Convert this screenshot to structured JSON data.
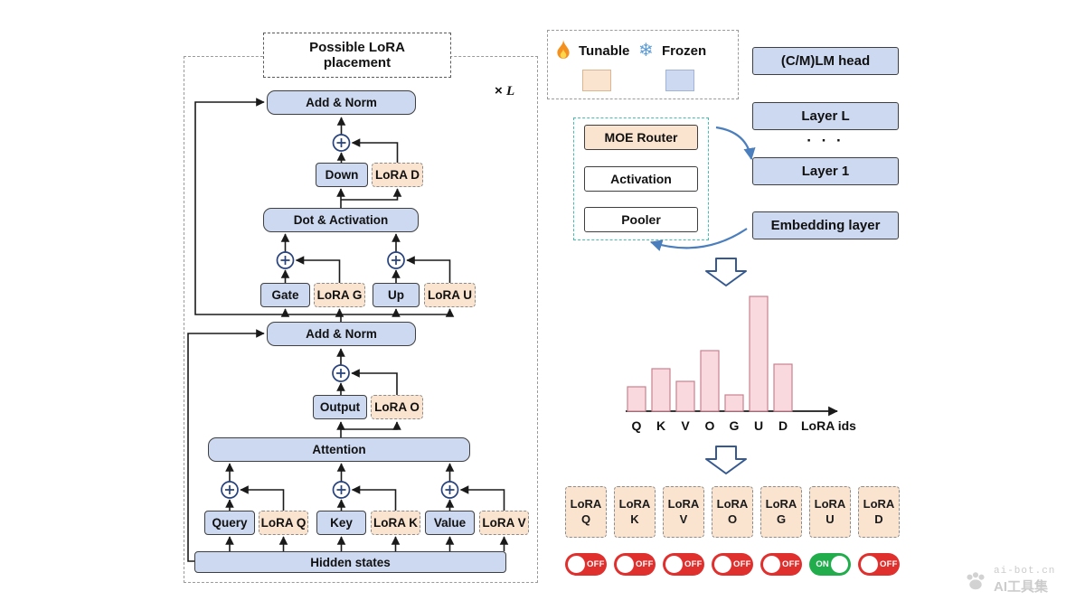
{
  "left_diagram": {
    "placement_label": "Possible LoRA placement",
    "repeat_mult": "×",
    "repeat_var": "L",
    "add_norm_top": "Add & Norm",
    "down": "Down",
    "lora_d": "LoRA D",
    "dot_activation": "Dot & Activation",
    "gate": "Gate",
    "lora_g": "LoRA G",
    "up": "Up",
    "lora_u": "LoRA U",
    "add_norm_mid": "Add & Norm",
    "output": "Output",
    "lora_o": "LoRA O",
    "attention": "Attention",
    "query": "Query",
    "lora_q": "LoRA Q",
    "key": "Key",
    "lora_k": "LoRA K",
    "value": "Value",
    "lora_v": "LoRA V",
    "hidden_states": "Hidden states"
  },
  "legend": {
    "tunable_label": "Tunable",
    "frozen_label": "Frozen",
    "snowflake_icon": "❄",
    "tunable_color": "#fbe4cf",
    "frozen_color": "#ccd9f1"
  },
  "model_stack": {
    "lm_head": "(C/M)LM head",
    "layer_l": "Layer L",
    "dots": "· · ·",
    "layer_1": "Layer 1",
    "embedding": "Embedding layer"
  },
  "moe_panel": {
    "router": "MOE Router",
    "activation": "Activation",
    "pooler": "Pooler"
  },
  "chart_data": {
    "type": "bar",
    "categories": [
      "Q",
      "K",
      "V",
      "O",
      "G",
      "U",
      "D"
    ],
    "values": [
      0.21,
      0.37,
      0.26,
      0.53,
      0.14,
      1.0,
      0.41
    ],
    "title": "",
    "xlabel": "LoRA ids",
    "ylabel": "",
    "ylim": [
      0,
      1
    ],
    "grid": false,
    "legend_position": "none",
    "bar_color": "#f9d9de",
    "bar_border": "#c9818f"
  },
  "lora_modules": [
    {
      "title": "LoRA",
      "id": "Q",
      "state": "OFF"
    },
    {
      "title": "LoRA",
      "id": "K",
      "state": "OFF"
    },
    {
      "title": "LoRA",
      "id": "V",
      "state": "OFF"
    },
    {
      "title": "LoRA",
      "id": "O",
      "state": "OFF"
    },
    {
      "title": "LoRA",
      "id": "G",
      "state": "OFF"
    },
    {
      "title": "LoRA",
      "id": "U",
      "state": "ON"
    },
    {
      "title": "LoRA",
      "id": "D",
      "state": "OFF"
    }
  ],
  "colors": {
    "toggle_on": "#21ad4b",
    "toggle_off": "#e0302e",
    "box_blue": "#ccd9f1",
    "box_orange": "#fbe4cf",
    "moe_border": "#46bdb2"
  },
  "watermark": {
    "line1": "ai-bot.cn",
    "line2": "AI工具集"
  }
}
